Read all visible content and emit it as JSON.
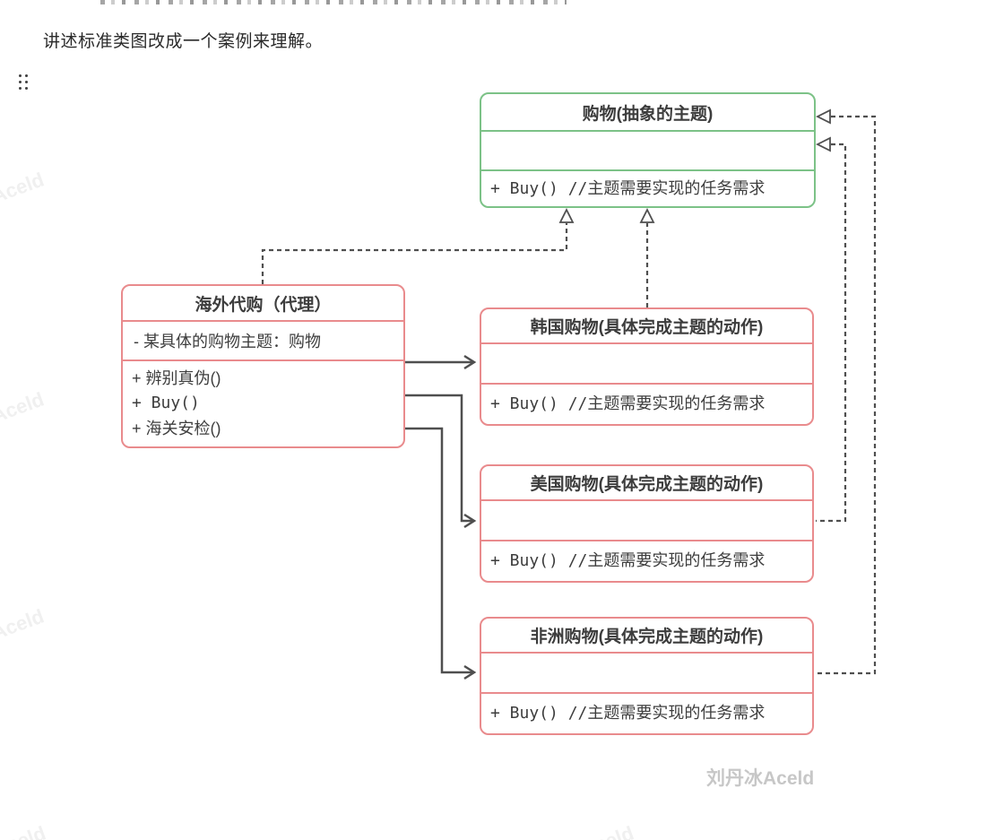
{
  "intro": {
    "text": "讲述标准类图改成一个案例来理解。"
  },
  "watermarks": {
    "bottom": "刘丹冰Aceld",
    "side": "Aceld"
  },
  "colors": {
    "abstract_border": "#7cc287",
    "concrete_border": "#e98b8d",
    "line": "#4f4f4f",
    "text": "#3d3d3d"
  },
  "classes": {
    "abstract": {
      "title": "购物(抽象的主题)",
      "method": "+ Buy() //主题需要实现的任务需求"
    },
    "proxy": {
      "title": "海外代购（代理）",
      "attribute": "- 某具体的购物主题：购物",
      "methods": [
        "+ 辨别真伪()",
        "+ Buy()",
        "+ 海关安检()"
      ]
    },
    "concrete": [
      {
        "title": "韩国购物(具体完成主题的动作)",
        "method": "+ Buy() //主题需要实现的任务需求"
      },
      {
        "title": "美国购物(具体完成主题的动作)",
        "method": "+ Buy() //主题需要实现的任务需求"
      },
      {
        "title": "非洲购物(具体完成主题的动作)",
        "method": "+ Buy() //主题需要实现的任务需求"
      }
    ]
  },
  "relations": [
    {
      "from": "海外代购（代理）",
      "to": "购物(抽象的主题)",
      "type": "dashed-realization"
    },
    {
      "from": "韩国购物",
      "to": "购物(抽象的主题)",
      "type": "dashed-realization"
    },
    {
      "from": "美国购物",
      "to": "购物(抽象的主题)",
      "type": "dashed-realization"
    },
    {
      "from": "非洲购物",
      "to": "购物(抽象的主题)",
      "type": "dashed-realization"
    },
    {
      "from": "海外代购（代理）",
      "to": "韩国购物",
      "type": "solid-arrow"
    },
    {
      "from": "海外代购（代理）",
      "to": "美国购物",
      "type": "solid-arrow"
    },
    {
      "from": "海外代购（代理）",
      "to": "非洲购物",
      "type": "solid-arrow"
    }
  ]
}
